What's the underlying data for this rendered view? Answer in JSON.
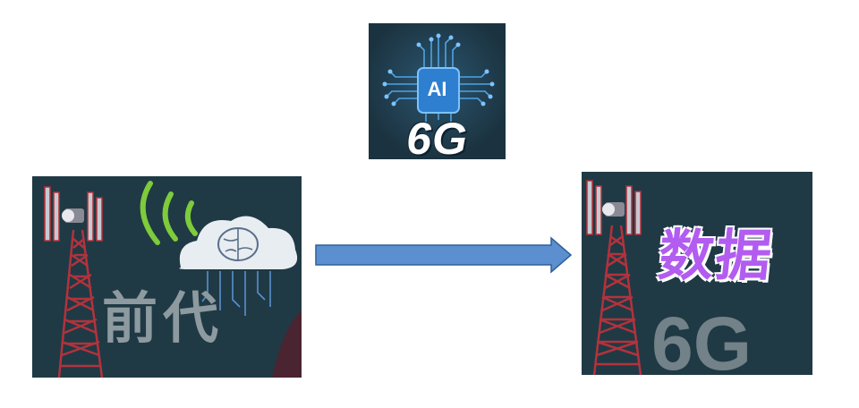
{
  "diagram": {
    "top_panel": {
      "chip_label": "AI",
      "main_label": "6G"
    },
    "left_panel": {
      "label": "前代"
    },
    "right_panel": {
      "label": "数据",
      "faint_label": "6G"
    }
  },
  "colors": {
    "panel_bg": "#1f3a45",
    "arrow_fill": "#5b8fd0",
    "arrow_stroke": "#2f5f9b",
    "tower_red": "#b3323c",
    "wifi_green": "#7ecb3b",
    "cloud_white": "#e8edf2",
    "chip_blue": "#2f7fd0",
    "purple_text": "#b25cf0"
  }
}
